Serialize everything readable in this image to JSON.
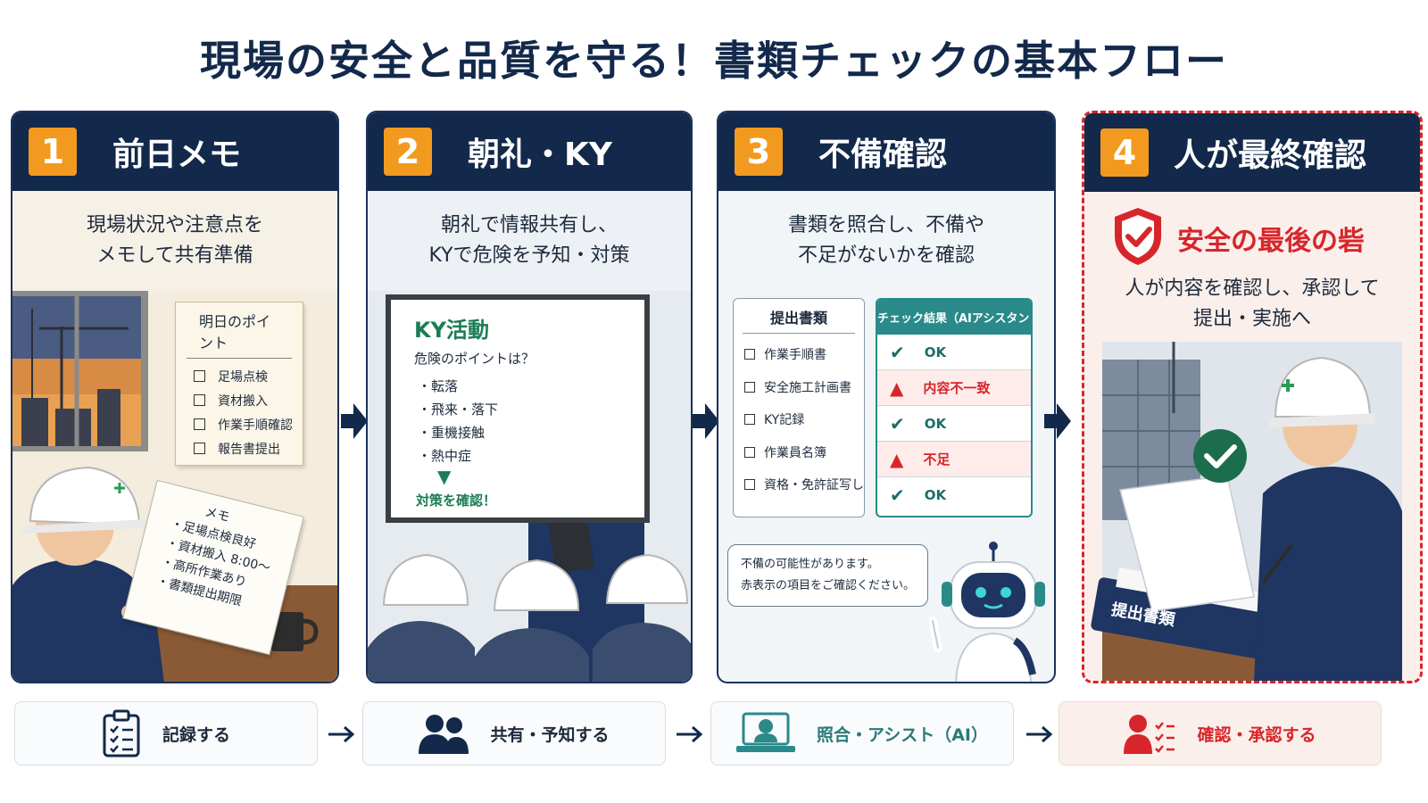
{
  "title": "現場の安全と品質を守る！書類チェックの基本フロー",
  "steps": [
    {
      "num": "1",
      "title": "前日メモ",
      "desc": [
        "現場状況や注意点を",
        "メモして共有準備"
      ],
      "card_title": "明日のポイント",
      "card_items": [
        "足場点検",
        "資材搬入",
        "作業手順確認",
        "報告書提出"
      ],
      "notebook_title": "メモ",
      "notebook_items": [
        "・足場点検良好",
        "・資材搬入 8:00〜",
        "・高所作業あり",
        "・書類提出期限"
      ]
    },
    {
      "num": "2",
      "title": "朝礼・KY",
      "desc": [
        "朝礼で情報共有し、",
        "KYで危険を予知・対策"
      ],
      "board_title": "KY活動",
      "board_question": "危険のポイントは？",
      "board_items": [
        "・転落",
        "・飛来・落下",
        "・重機接触",
        "・熱中症"
      ],
      "board_conclusion": "対策を確認！"
    },
    {
      "num": "3",
      "title": "不備確認",
      "desc": [
        "書類を照合し、不備や",
        "不足がないかを確認"
      ],
      "doc_title": "提出書類",
      "doc_items": [
        "作業手順書",
        "安全施工計画書",
        "KY記録",
        "作業員名簿",
        "資格・免許証写し"
      ],
      "result_title": "チェック結果（AIアシスタント）",
      "results": [
        {
          "status": "ok",
          "text": "OK"
        },
        {
          "status": "bad",
          "text": "内容不一致"
        },
        {
          "status": "ok",
          "text": "OK"
        },
        {
          "status": "bad",
          "text": "不足"
        },
        {
          "status": "ok",
          "text": "OK"
        }
      ],
      "bubble": [
        "不備の可能性があります。",
        "赤表示の項目をご確認ください。"
      ]
    },
    {
      "num": "4",
      "title": "人が最終確認",
      "shield_title": "安全の最後の砦",
      "desc": [
        "人が内容を確認し、承認して",
        "提出・実施へ"
      ],
      "binder_label": "提出書類"
    }
  ],
  "bottom": [
    {
      "label": "記録する",
      "icon": "clipboard-checklist-icon"
    },
    {
      "label": "共有・予知する",
      "icon": "people-icon"
    },
    {
      "label": "照合・アシスト（AI）",
      "icon": "laptop-ai-icon"
    },
    {
      "label": "確認・承認する",
      "icon": "person-check-icon"
    }
  ],
  "colors": {
    "navy": "#13294b",
    "orange": "#f29a1f",
    "red": "#d7262b",
    "teal": "#2a8a8a",
    "green": "#1b7d55"
  }
}
